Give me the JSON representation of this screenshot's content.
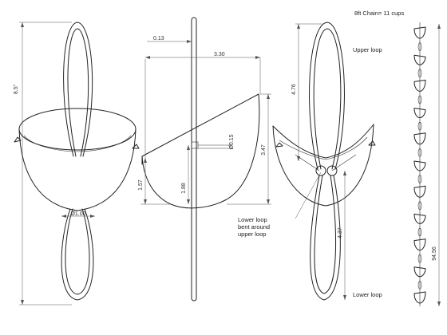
{
  "chain": {
    "title": "8ft Chain= 11 cups",
    "upper_label": "Upper loop",
    "lower_label": "Lower loop",
    "length_dim": "94.56",
    "cup_count": 11
  },
  "front_view": {
    "height_dim": "8.5\"",
    "loop_width_dim": "Ø1.00"
  },
  "section_view": {
    "top_offset_dim": "0.13",
    "width_dim": "3.30",
    "hole_dim": "Ø0.15",
    "height_dim": "3.47",
    "cup_depth_dim": "1.57",
    "rod_height_dim": "1.88"
  },
  "side_view": {
    "upper_loop_dim": "4.76",
    "lower_loop_dim": "4.37",
    "note_lines": [
      "Lower loop",
      "bent around",
      "upper loop"
    ]
  }
}
